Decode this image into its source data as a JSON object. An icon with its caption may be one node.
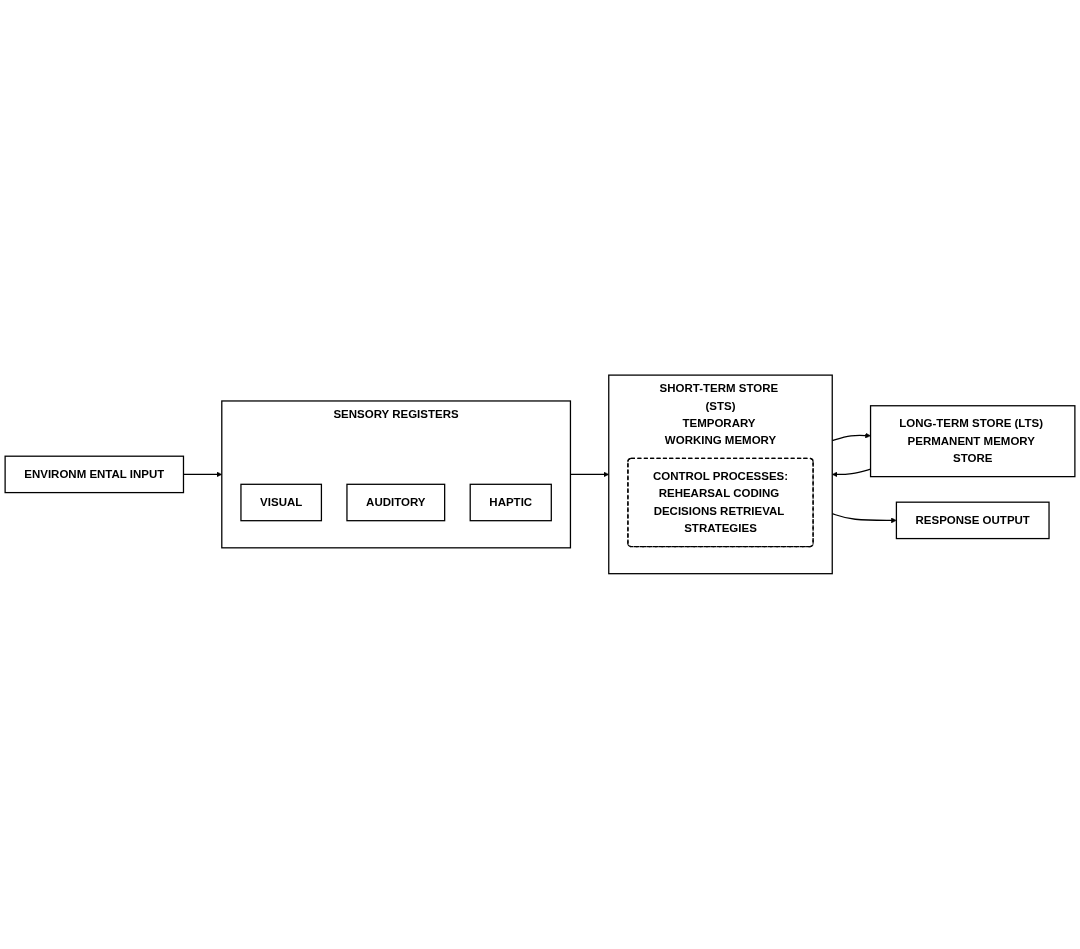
{
  "diagram": {
    "nodes": [
      {
        "text": [
          "ENVIRONM ENTAL INPUT"
        ]
      },
      {
        "text": [
          "SENSORY REGISTERS"
        ]
      },
      {
        "text": [
          "VISUAL"
        ],
        "in": 1
      },
      {
        "text": [
          "AUDITORY"
        ],
        "in": 1
      },
      {
        "text": [
          "HAPTIC"
        ],
        "in": 1
      },
      {
        "text": [
          "SHORT-TERM STORE (STS)",
          "TEMPORARY WORKING MEMORY"
        ]
      },
      {
        "text": [
          "CONTROL PROCESSES:",
          "REHEARSAL CODING DECISIONS RETRIEVAL STRATEGIES"
        ],
        "in": 5
      },
      {
        "text": [
          "LONG-TERM STORE (LTS) PERMANENT MEMORY STORE"
        ]
      },
      {
        "text": [
          "RESPONSE OUTPUT"
        ]
      }
    ],
    "edges": [
      {
        "from": 0,
        "to": 1,
        "arrow": "to"
      },
      {
        "from": 1,
        "to": 5,
        "arrow": "to"
      },
      {
        "from": 5,
        "to": 7,
        "arrow": "to"
      },
      {
        "from": 7,
        "to": 5,
        "arrow": "to"
      },
      {
        "from": 5,
        "to": 8,
        "arrow": "to"
      }
    ]
  }
}
